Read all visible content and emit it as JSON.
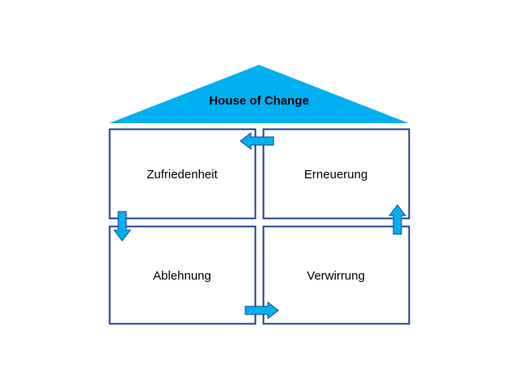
{
  "roof": {
    "title": "House of Change"
  },
  "rooms": {
    "top_left": "Zufriedenheit",
    "top_right": "Erneuerung",
    "bottom_left": "Ablehnung",
    "bottom_right": "Verwirrung"
  },
  "colors": {
    "roof_fill": "#00b0f0",
    "arrow_fill": "#00b0f0",
    "room_border": "#1f3f8f",
    "arrow_stroke": "#1f3f8f"
  }
}
